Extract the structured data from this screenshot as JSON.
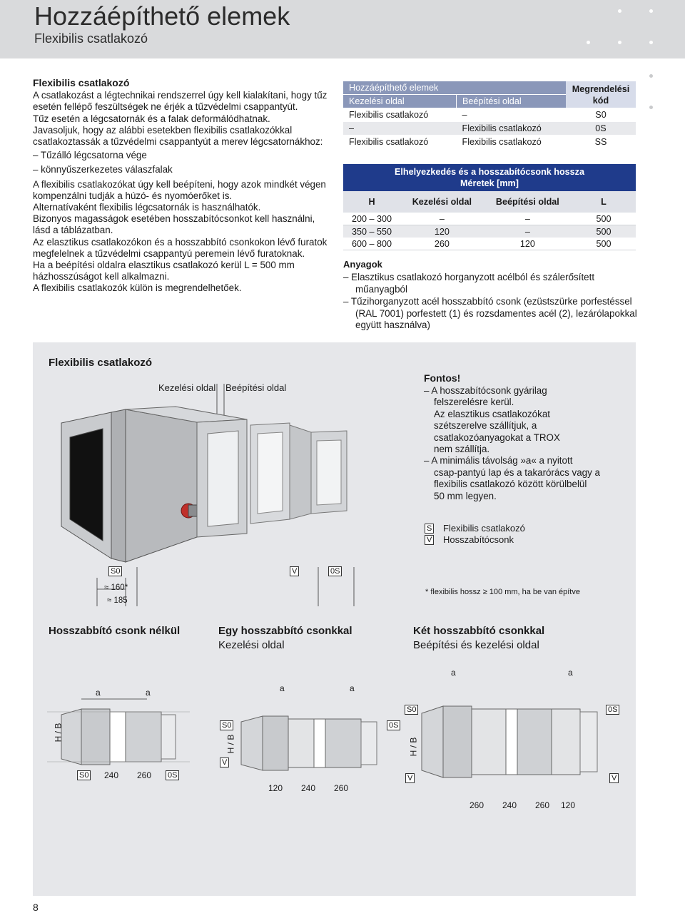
{
  "header": {
    "title": "Hozzáépíthető elemek",
    "subtitle": "Flexibilis csatlakozó"
  },
  "intro": {
    "heading": "Flexibilis csatlakozó",
    "p1": "A csatlakozást a légtechnikai rendszerrel úgy kell kialakítani, hogy tűz esetén fellépő feszültségek ne érjék a tűzvédelmi csappantyút.",
    "p2": "Tűz esetén a légcsatornák és a falak deformálódhatnak.",
    "p3": "Javasoljuk, hogy az alábbi esetekben flexibilis csatlakozókkal csatlakoztassák a tűzvédelmi csappantyút a merev légcsatornákhoz:",
    "li1": "– Tűzálló légcsatorna vége",
    "li2": "– könnyűszerkezetes válaszfalak",
    "p4": "A flexibilis csatlakozókat úgy kell beépíteni, hogy azok mindkét végen kompenzálni tudják a húzó- és nyomóerőket is.",
    "p5": "Alternatívaként flexibilis légcsatornák is használhatók.",
    "p6": "Bizonyos magasságok esetében hosszabítócsonkot kell használni, lásd a táblázatban.",
    "p7": "Az elasztikus csatlakozókon és a hosszabbító csonkokon lévő furatok megfelelnek a tűzvédelmi csappantyú peremein lévő furatoknak.",
    "p8": "Ha a beépítési oldalra elasztikus csatlakozó kerül L = 500 mm házhosszúságot kell alkalmazni.",
    "p9": "A flexibilis csatlakozók külön is megrendelhetőek."
  },
  "order_table": {
    "title": "Hozzáépíthető elemek",
    "col_order": "Megrendelési kód",
    "col_kez": "Kezelési oldal",
    "col_beep": "Beépítési oldal",
    "rows": [
      {
        "kez": "Flexibilis csatlakozó",
        "beep": "–",
        "code": "S0"
      },
      {
        "kez": "–",
        "beep": "Flexibilis csatlakozó",
        "code": "0S"
      },
      {
        "kez": "Flexibilis csatlakozó",
        "beep": "Flexibilis csatlakozó",
        "code": "SS"
      }
    ]
  },
  "dim_table": {
    "title1": "Elhelyezkedés és a hosszabítócsonk hossza",
    "title2": "Méretek [mm]",
    "cols": [
      "H",
      "Kezelési oldal",
      "Beépítési oldal",
      "L"
    ],
    "rows": [
      [
        "200 – 300",
        "–",
        "–",
        "500"
      ],
      [
        "350 – 550",
        "120",
        "–",
        "500"
      ],
      [
        "600 – 800",
        "260",
        "120",
        "500"
      ]
    ]
  },
  "anyagok": {
    "heading": "Anyagok",
    "li1": "– Elasztikus csatlakozó horganyzott acélból és szálerősített műanyagból",
    "li2": "– Tűzihorganyzott acél hosszabbító csonk (ezüstszürke porfestéssel (RAL 7001) porfestett (1) és rozsdamentes acél (2), lezárólapokkal együtt használva)"
  },
  "figure": {
    "title": "Flexibilis csatlakozó",
    "lbl_kez": "Kezelési oldal",
    "lbl_beep": "Beépítési oldal",
    "fontos": "Fontos!",
    "note1a": "– A hosszabítócsonk gyárilag",
    "note1b": "felszerelésre kerül.",
    "note2a": "Az elasztikus csatlakozókat",
    "note2b": "szétszerelve szállítjuk, a",
    "note2c": "csatlakozóanyagokat a TROX",
    "note2d": "nem szállítja.",
    "note3a": "– A minimális távolság »a« a nyitott",
    "note3b": "csap-pantyú lap és a takarórács vagy a",
    "note3c": "flexibilis csatlakozó között körülbelül",
    "note3d": "50 mm legyen.",
    "leg_s": "S",
    "leg_s_txt": "Flexibilis csatlakozó",
    "leg_v": "V",
    "leg_v_txt": "Hosszabítócsonk",
    "s0": "S0",
    "v": "V",
    "os": "0S",
    "d160": "≈ 160*",
    "d185": "≈ 185",
    "footnote": "* flexibilis hossz ≥ 100 mm, ha be van építve",
    "c1_title": "Hosszabbító csonk nélkül",
    "c2_title": "Egy hosszabbító csonkkal",
    "c2_sub": "Kezelési oldal",
    "c3_title": "Két hosszabbító csonkkal",
    "c3_sub": "Beépítési és kezelési oldal",
    "a": "a",
    "hb": "H / B",
    "n240": "240",
    "n260": "260",
    "n120": "120"
  },
  "page_number": "8"
}
